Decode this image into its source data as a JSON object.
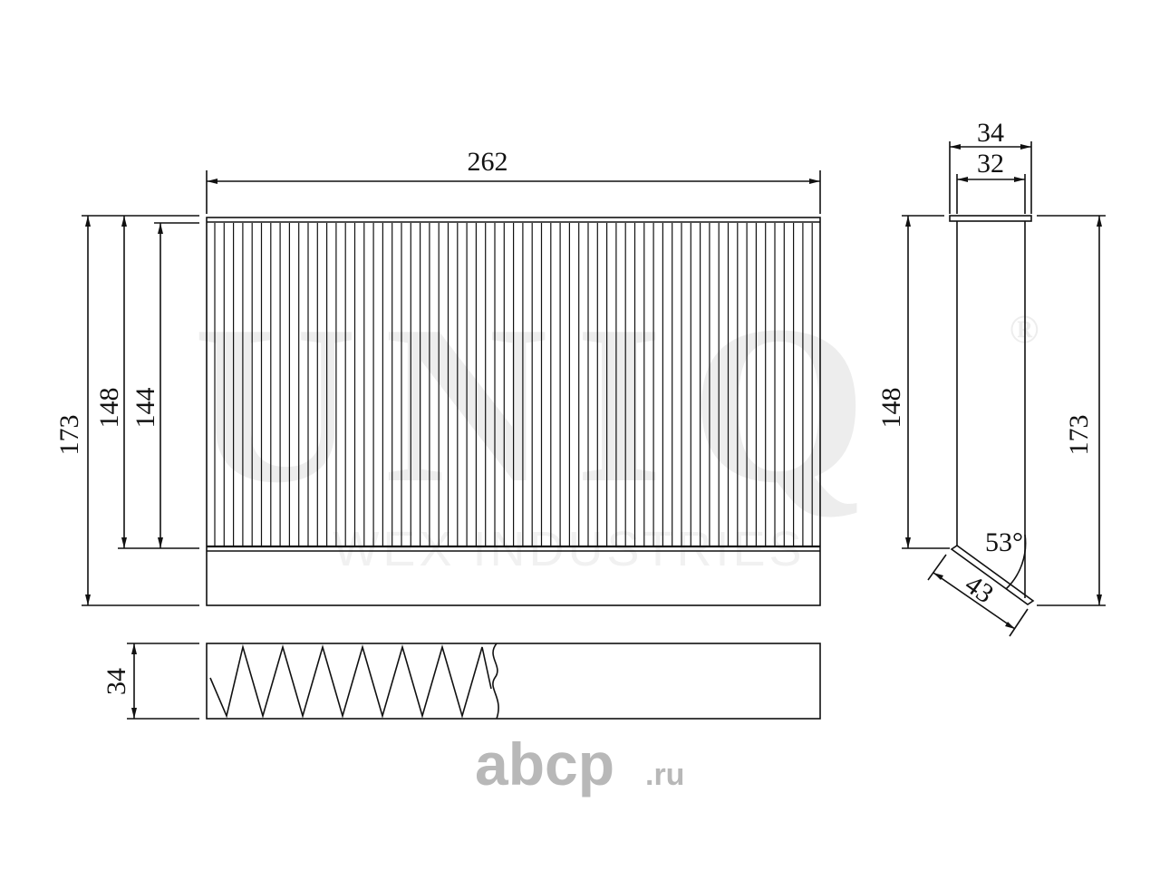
{
  "watermark": {
    "logo": "UNIQ",
    "registered": "®",
    "subtitle": "WEX INDUSTRIES"
  },
  "brand": {
    "name": "abcp",
    "suffix": ".ru"
  },
  "dimensions": {
    "front_width": "262",
    "front_height_total": "173",
    "front_height_frame": "148",
    "front_height_media": "144",
    "side_top_outer": "34",
    "side_top_inner": "32",
    "side_height_frame": "148",
    "side_height_total": "173",
    "side_angle": "53°",
    "side_slant": "43",
    "bottom_thickness": "34"
  },
  "colors": {
    "line": "#111111",
    "watermark": "#ededed",
    "brand": "#b8b8b8"
  }
}
